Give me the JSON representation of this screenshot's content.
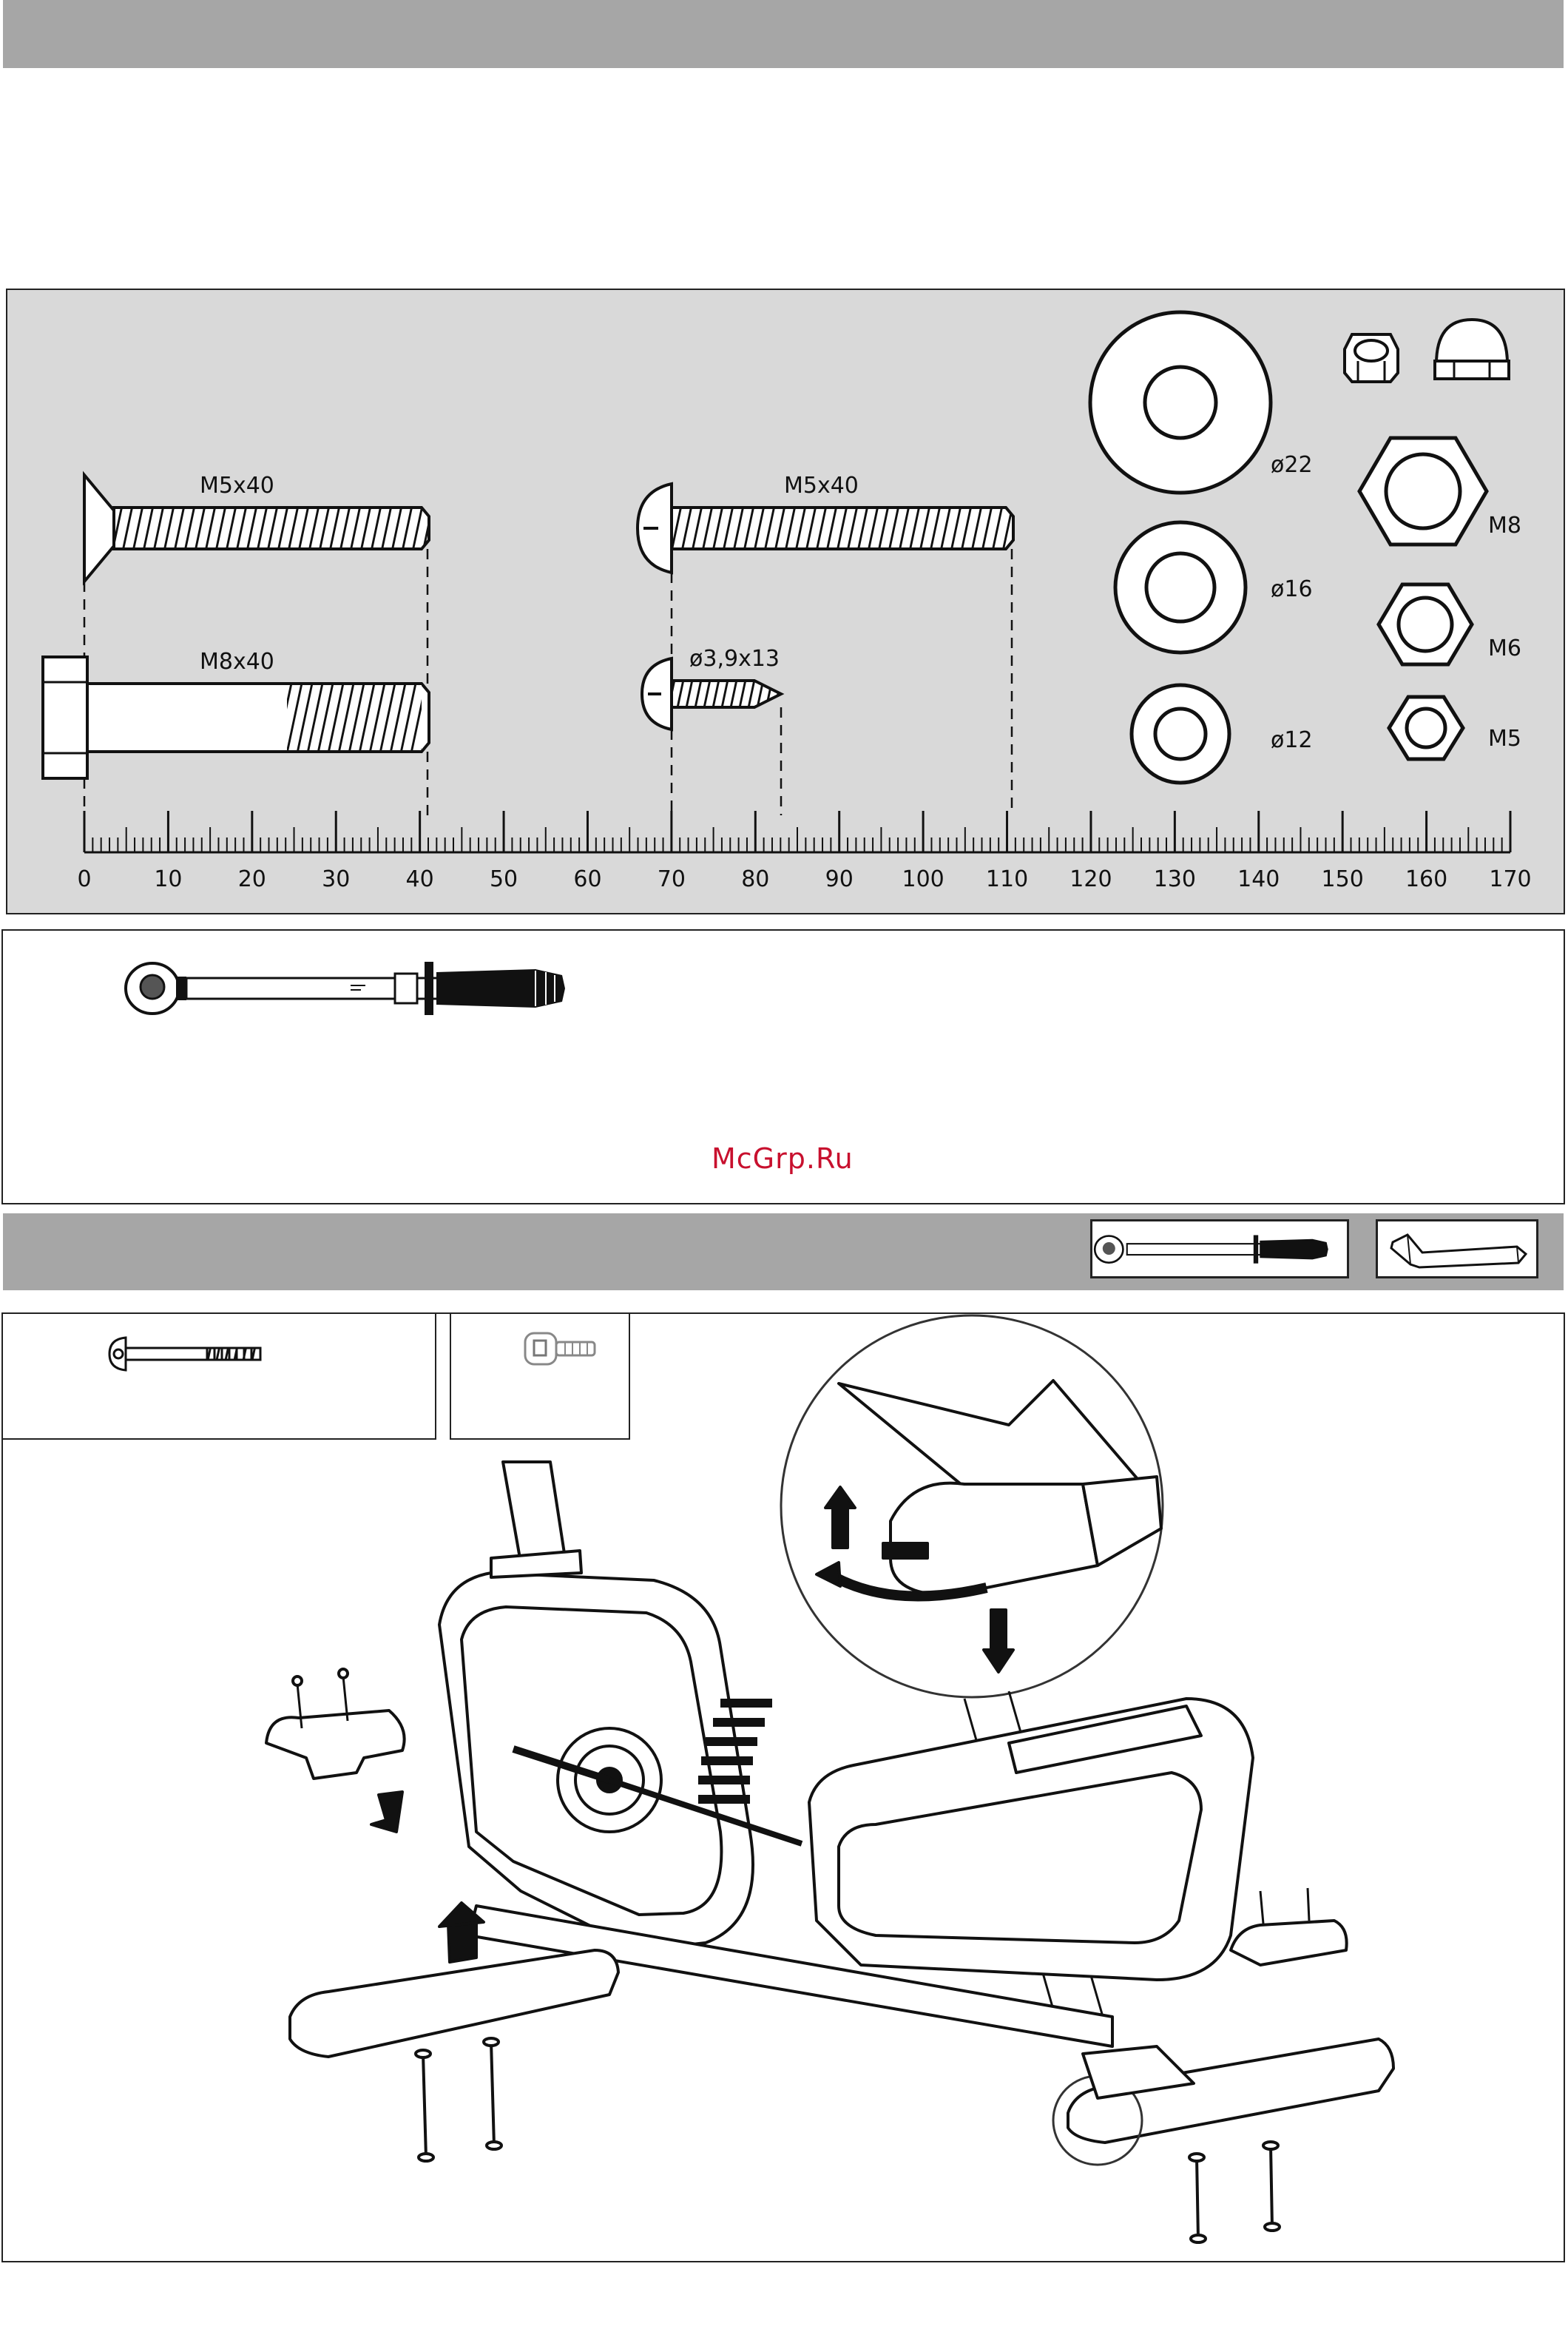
{
  "parts": {
    "bolts": [
      {
        "id": "countersunk",
        "label": "M5x40"
      },
      {
        "id": "hex",
        "label": "M8x40"
      },
      {
        "id": "button",
        "label": "M5x40"
      },
      {
        "id": "screw",
        "label": "ø3,9x13"
      }
    ],
    "washers": [
      "ø22",
      "ø16",
      "ø12"
    ],
    "nuts": [
      "M8",
      "M6",
      "M5"
    ],
    "ruler_ticks": [
      "0",
      "10",
      "20",
      "30",
      "40",
      "50",
      "60",
      "70",
      "80",
      "90",
      "100",
      "110",
      "120",
      "130",
      "140",
      "150",
      "160",
      "170"
    ]
  },
  "watermark": "McGrp.Ru",
  "icons": [
    "torque-wrench-icon",
    "allen-key-icon",
    "bolt-icon",
    "hex-socket-screw-icon"
  ]
}
